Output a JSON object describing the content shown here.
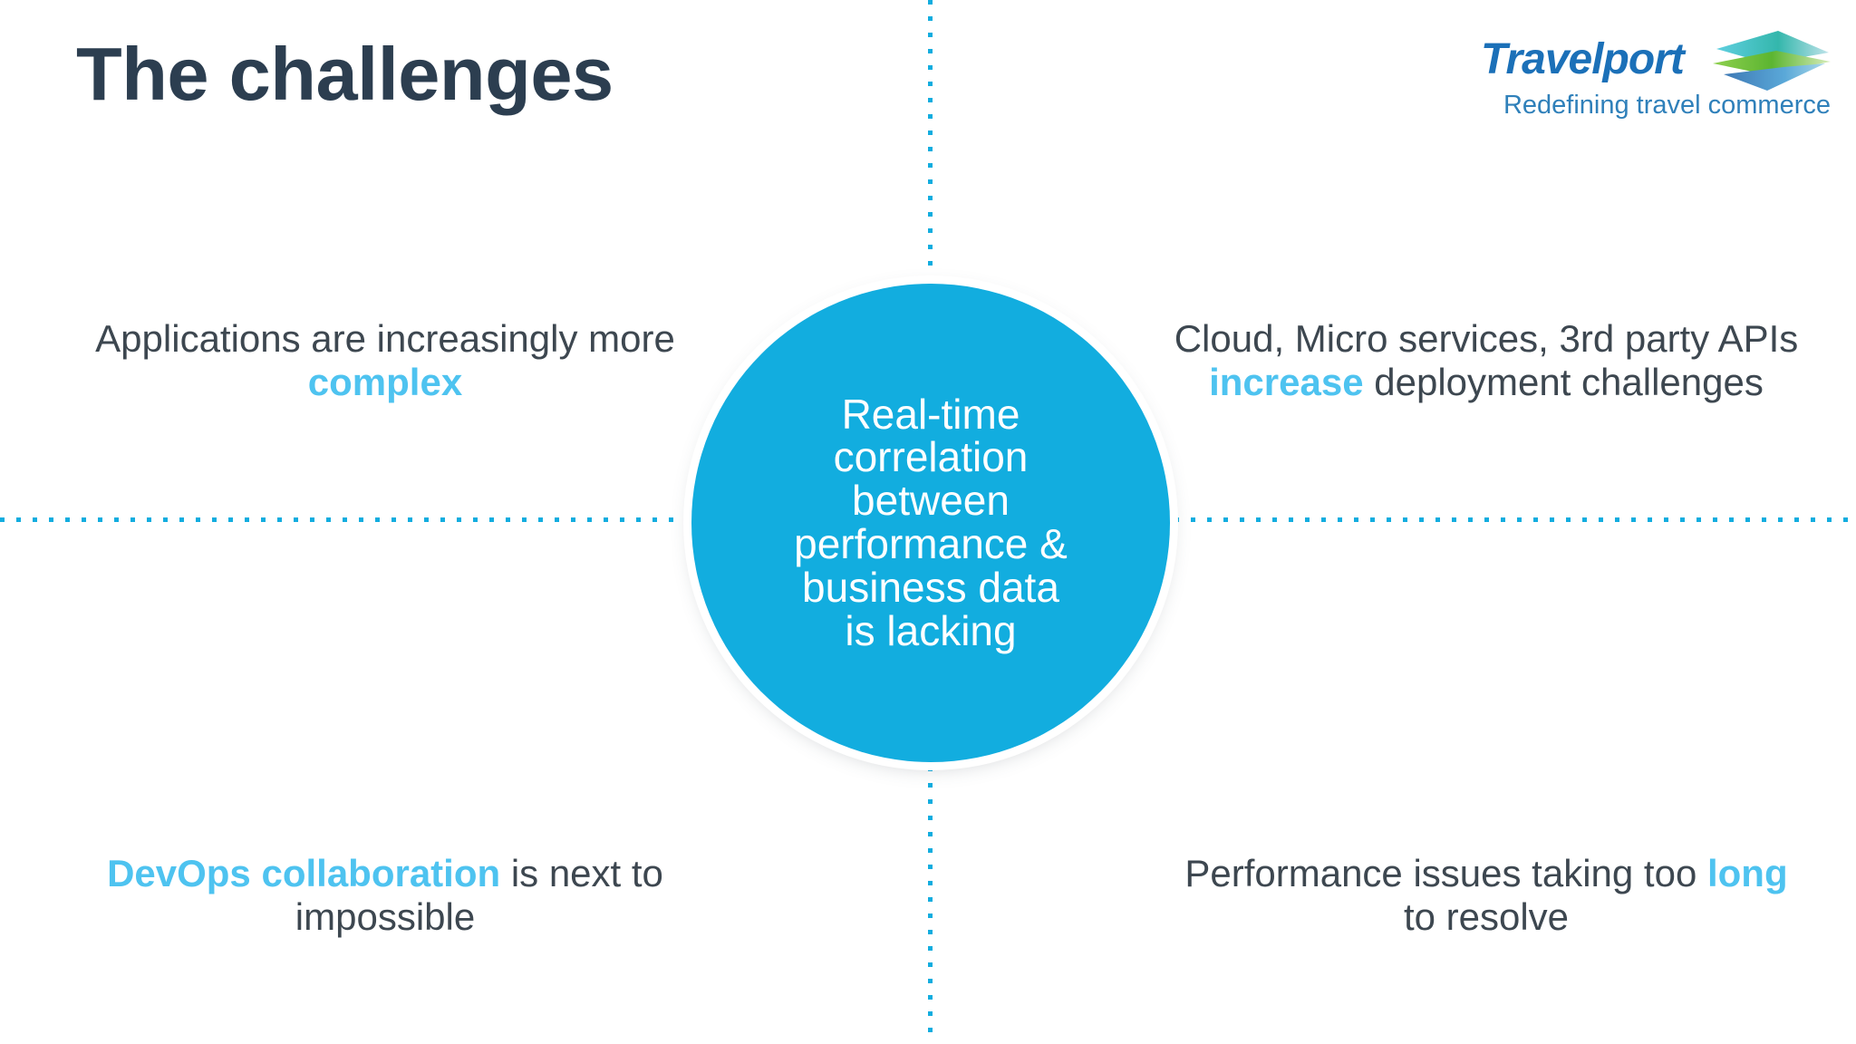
{
  "slide": {
    "title": "The challenges",
    "background_color": "#ffffff",
    "title_color": "#2c3e50",
    "accent_color": "#12addf",
    "highlight_color": "#4ec3f0",
    "body_text_color": "#3d4750"
  },
  "logo": {
    "wordmark": "Travelport",
    "tagline": "Redefining travel commerce",
    "wordmark_color": "#1b70b8",
    "tagline_color": "#2f80ba",
    "mark_colors": {
      "top_chevron": "#3fbfc0",
      "middle_chevron": "#6cc04a",
      "bottom_chevron": "#4a90c4"
    }
  },
  "center": {
    "line1": "Real-time",
    "line2": "correlation",
    "line3": "between",
    "line4": "performance &",
    "line5": "business data",
    "line6": "is lacking",
    "fill_color": "#12addf",
    "text_color": "#ffffff"
  },
  "quadrants": {
    "top_left": {
      "line1_plain": "Applications are increasingly more",
      "line2_highlight": "complex"
    },
    "top_right": {
      "line1_plain": "Cloud, Micro services, 3rd party APIs",
      "line2_highlight": "increase",
      "line2_plain": " deployment challenges"
    },
    "bottom_left": {
      "line1_highlight": "DevOps collaboration",
      "line1_plain": " is next to",
      "line2_plain": "impossible"
    },
    "bottom_right": {
      "line1_plain": "Performance issues taking too ",
      "line1_highlight": "long",
      "line2_plain": "to resolve"
    }
  }
}
